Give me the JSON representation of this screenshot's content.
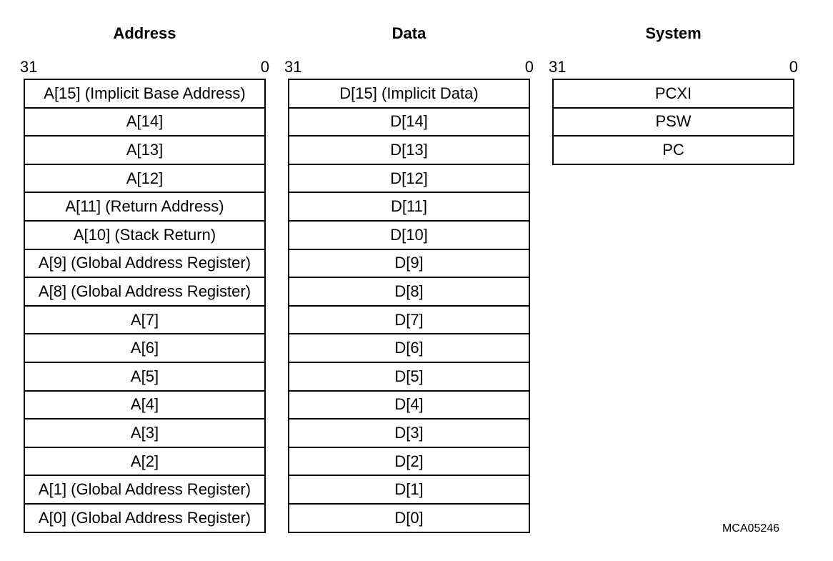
{
  "groups": [
    {
      "title": "Address",
      "bit_high": "31",
      "bit_low": "0",
      "registers": [
        "A[15] (Implicit Base Address)",
        "A[14]",
        "A[13]",
        "A[12]",
        "A[11] (Return Address)",
        "A[10] (Stack Return)",
        "A[9] (Global Address Register)",
        "A[8] (Global Address Register)",
        "A[7]",
        "A[6]",
        "A[5]",
        "A[4]",
        "A[3]",
        "A[2]",
        "A[1] (Global Address Register)",
        "A[0] (Global Address Register)"
      ]
    },
    {
      "title": "Data",
      "bit_high": "31",
      "bit_low": "0",
      "registers": [
        "D[15] (Implicit Data)",
        "D[14]",
        "D[13]",
        "D[12]",
        "D[11]",
        "D[10]",
        "D[9]",
        "D[8]",
        "D[7]",
        "D[6]",
        "D[5]",
        "D[4]",
        "D[3]",
        "D[2]",
        "D[1]",
        "D[0]"
      ]
    },
    {
      "title": "System",
      "bit_high": "31",
      "bit_low": "0",
      "registers": [
        "PCXI",
        "PSW",
        "PC"
      ]
    }
  ],
  "figure_id": "MCA05246"
}
